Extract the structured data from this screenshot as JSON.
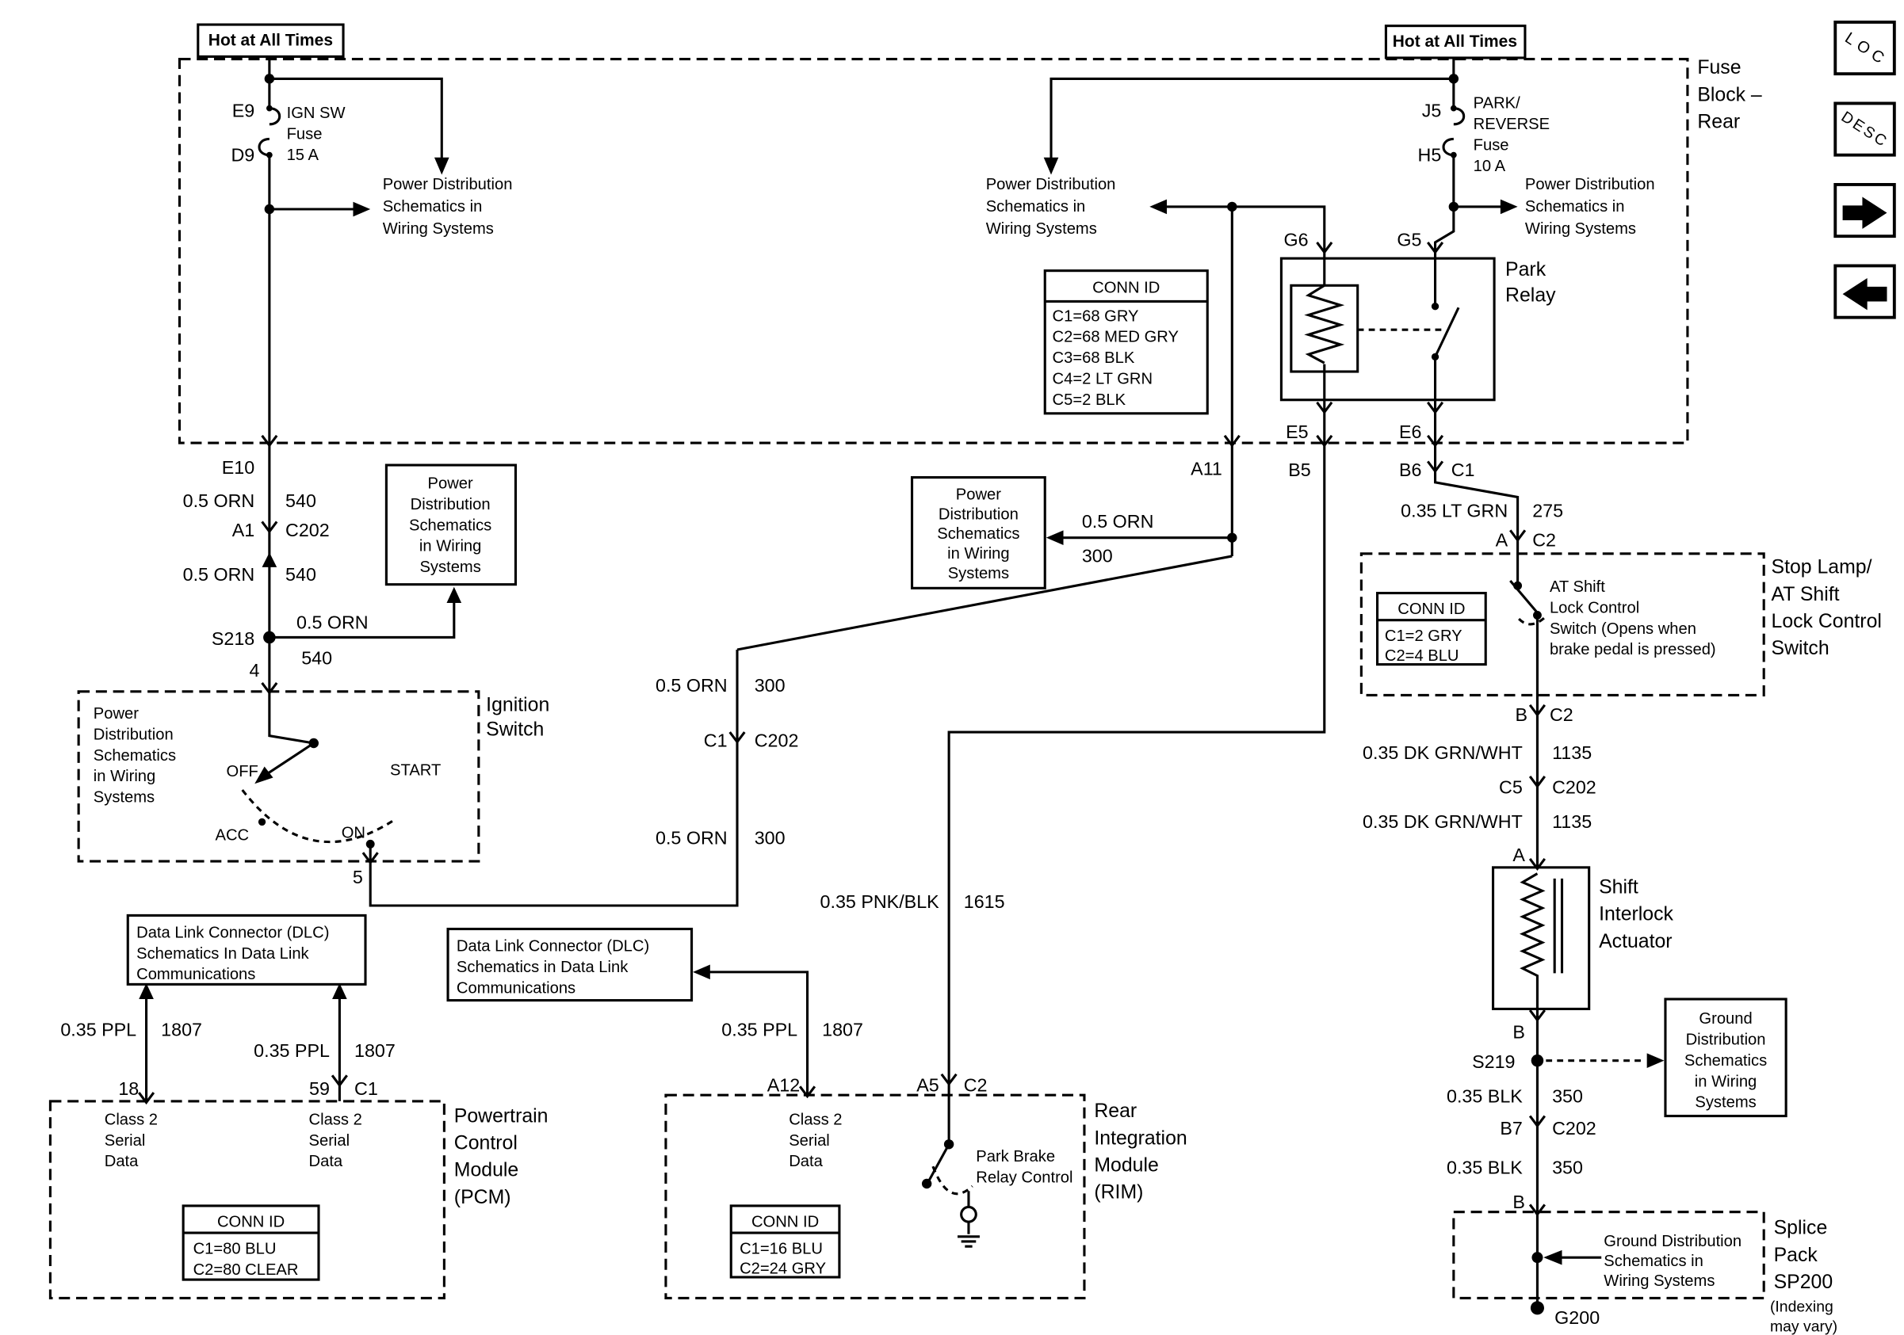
{
  "nav": {
    "loc": "LOC",
    "desc": "DESC",
    "next_icon": "right-arrow",
    "prev_icon": "left-arrow"
  },
  "banner": {
    "hot": "Hot at All Times"
  },
  "refs": {
    "pd3": {
      "l1": "Power Distribution",
      "l2": "Schematics in",
      "l3": "Wiring Systems"
    },
    "pd5": {
      "l1": "Power",
      "l2": "Distribution",
      "l3": "Schematics",
      "l4": "in Wiring",
      "l5": "Systems"
    },
    "gd5": {
      "l1": "Ground",
      "l2": "Distribution",
      "l3": "Schematics",
      "l4": "in Wiring",
      "l5": "Systems"
    },
    "gd3": {
      "l1": "Ground Distribution",
      "l2": "Schematics in",
      "l3": "Wiring Systems"
    },
    "dlc1": {
      "l1": "Data Link Connector (DLC)",
      "l2": "Schematics In Data Link",
      "l3": "Communications"
    },
    "dlc2": {
      "l1": "Data Link Connector (DLC)",
      "l2": "Schematics in Data Link",
      "l3": "Communications"
    }
  },
  "wires": {
    "orn540": {
      "gauge": "0.5 ORN",
      "ckt": "540"
    },
    "orn300": {
      "gauge": "0.5 ORN",
      "ckt": "300"
    },
    "ppl1807": {
      "gauge": "0.35 PPL",
      "ckt": "1807"
    },
    "pnkblk1615": {
      "gauge": "0.35 PNK/BLK",
      "ckt": "1615"
    },
    "ltgrn275": {
      "gauge": "0.35 LT GRN",
      "ckt": "275"
    },
    "dkgrnwht1135": {
      "gauge": "0.35 DK GRN/WHT",
      "ckt": "1135"
    },
    "blk350": {
      "gauge": "0.35 BLK",
      "ckt": "350"
    }
  },
  "fuse_block": {
    "title": {
      "l1": "Fuse",
      "l2": "Block –",
      "l3": "Rear"
    },
    "ign_fuse": {
      "top": "E9",
      "bottom": "D9",
      "l1": "IGN SW",
      "l2": "Fuse",
      "l3": "15 A"
    },
    "park_fuse": {
      "top": "J5",
      "bottom": "H5",
      "l1": "PARK/",
      "l2": "REVERSE",
      "l3": "Fuse",
      "l4": "10 A"
    },
    "conn_id": {
      "title": "CONN ID",
      "rows": [
        "C1=68 GRY",
        "C2=68 MED GRY",
        "C3=68 BLK",
        "C4=2 LT GRN",
        "C5=2 BLK"
      ]
    },
    "relay": {
      "l1": "Park",
      "l2": "Relay",
      "g6": "G6",
      "g5": "G5",
      "e5": "E5",
      "e6": "E6"
    }
  },
  "pins": {
    "e10": "E10",
    "a1": "A1",
    "c202": "C202",
    "s218": "S218",
    "p4": "4",
    "p5": "5",
    "c1": "C1",
    "c2": "C2",
    "p18": "18",
    "p59": "59",
    "a12": "A12",
    "a5": "A5",
    "a11": "A11",
    "b5": "B5",
    "b6": "B6",
    "a": "A",
    "b": "B",
    "c5": "C5",
    "b7": "B7",
    "s219": "S219",
    "g200": "G200"
  },
  "ignition": {
    "t1": "Ignition",
    "t2": "Switch",
    "off": "OFF",
    "acc": "ACC",
    "on": "ON",
    "start": "START"
  },
  "class2": {
    "l1": "Class 2",
    "l2": "Serial",
    "l3": "Data"
  },
  "pcm": {
    "t1": "Powertrain",
    "t2": "Control",
    "t3": "Module",
    "t4": "(PCM)",
    "conn_id": {
      "title": "CONN ID",
      "rows": [
        "C1=80 BLU",
        "C2=80 CLEAR"
      ]
    }
  },
  "rim": {
    "t1": "Rear",
    "t2": "Integration",
    "t3": "Module",
    "t4": "(RIM)",
    "pbrc1": "Park Brake",
    "pbrc2": "Relay Control",
    "conn_id": {
      "title": "CONN ID",
      "rows": [
        "C1=16 BLU",
        "C2=24 GRY"
      ]
    }
  },
  "stoplamp": {
    "t1": "Stop Lamp/",
    "t2": "AT Shift",
    "t3": "Lock Control",
    "t4": "Switch",
    "d1": "AT Shift",
    "d2": "Lock Control",
    "d3": "Switch (Opens when",
    "d4": "brake pedal is pressed)",
    "conn_id": {
      "title": "CONN ID",
      "rows": [
        "C1=2 GRY",
        "C2=4 BLU"
      ]
    }
  },
  "actuator": {
    "t1": "Shift",
    "t2": "Interlock",
    "t3": "Actuator"
  },
  "splice": {
    "t1": "Splice",
    "t2": "Pack",
    "t3": "SP200",
    "t4": "(Indexing",
    "t5": "may vary)"
  }
}
